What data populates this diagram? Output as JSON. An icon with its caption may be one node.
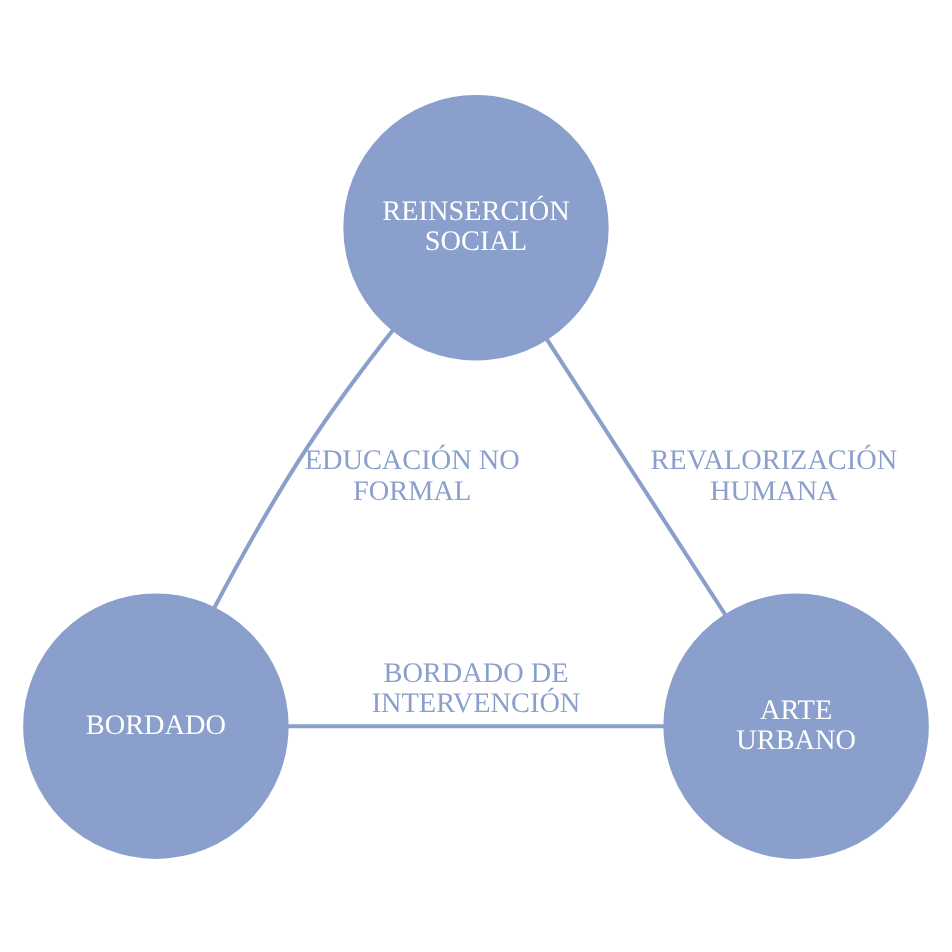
{
  "diagram": {
    "nodes": [
      {
        "text": [
          "REINSERCIÓN SOCIAL"
        ]
      },
      {
        "text": [
          "BORDADO"
        ]
      },
      {
        "text": [
          "ARTE URBANO"
        ]
      }
    ],
    "edges": [
      {
        "from": 0,
        "to": 1,
        "arrow": "none",
        "label": "EDUCACIÓN NO FORMAL"
      },
      {
        "from": 0,
        "to": 2,
        "arrow": "none",
        "label": "REVALORIZACIÓN HUMANA"
      },
      {
        "from": 1,
        "to": 2,
        "arrow": "none",
        "label": "BORDADO DE INTERVENCIÓN"
      }
    ]
  }
}
